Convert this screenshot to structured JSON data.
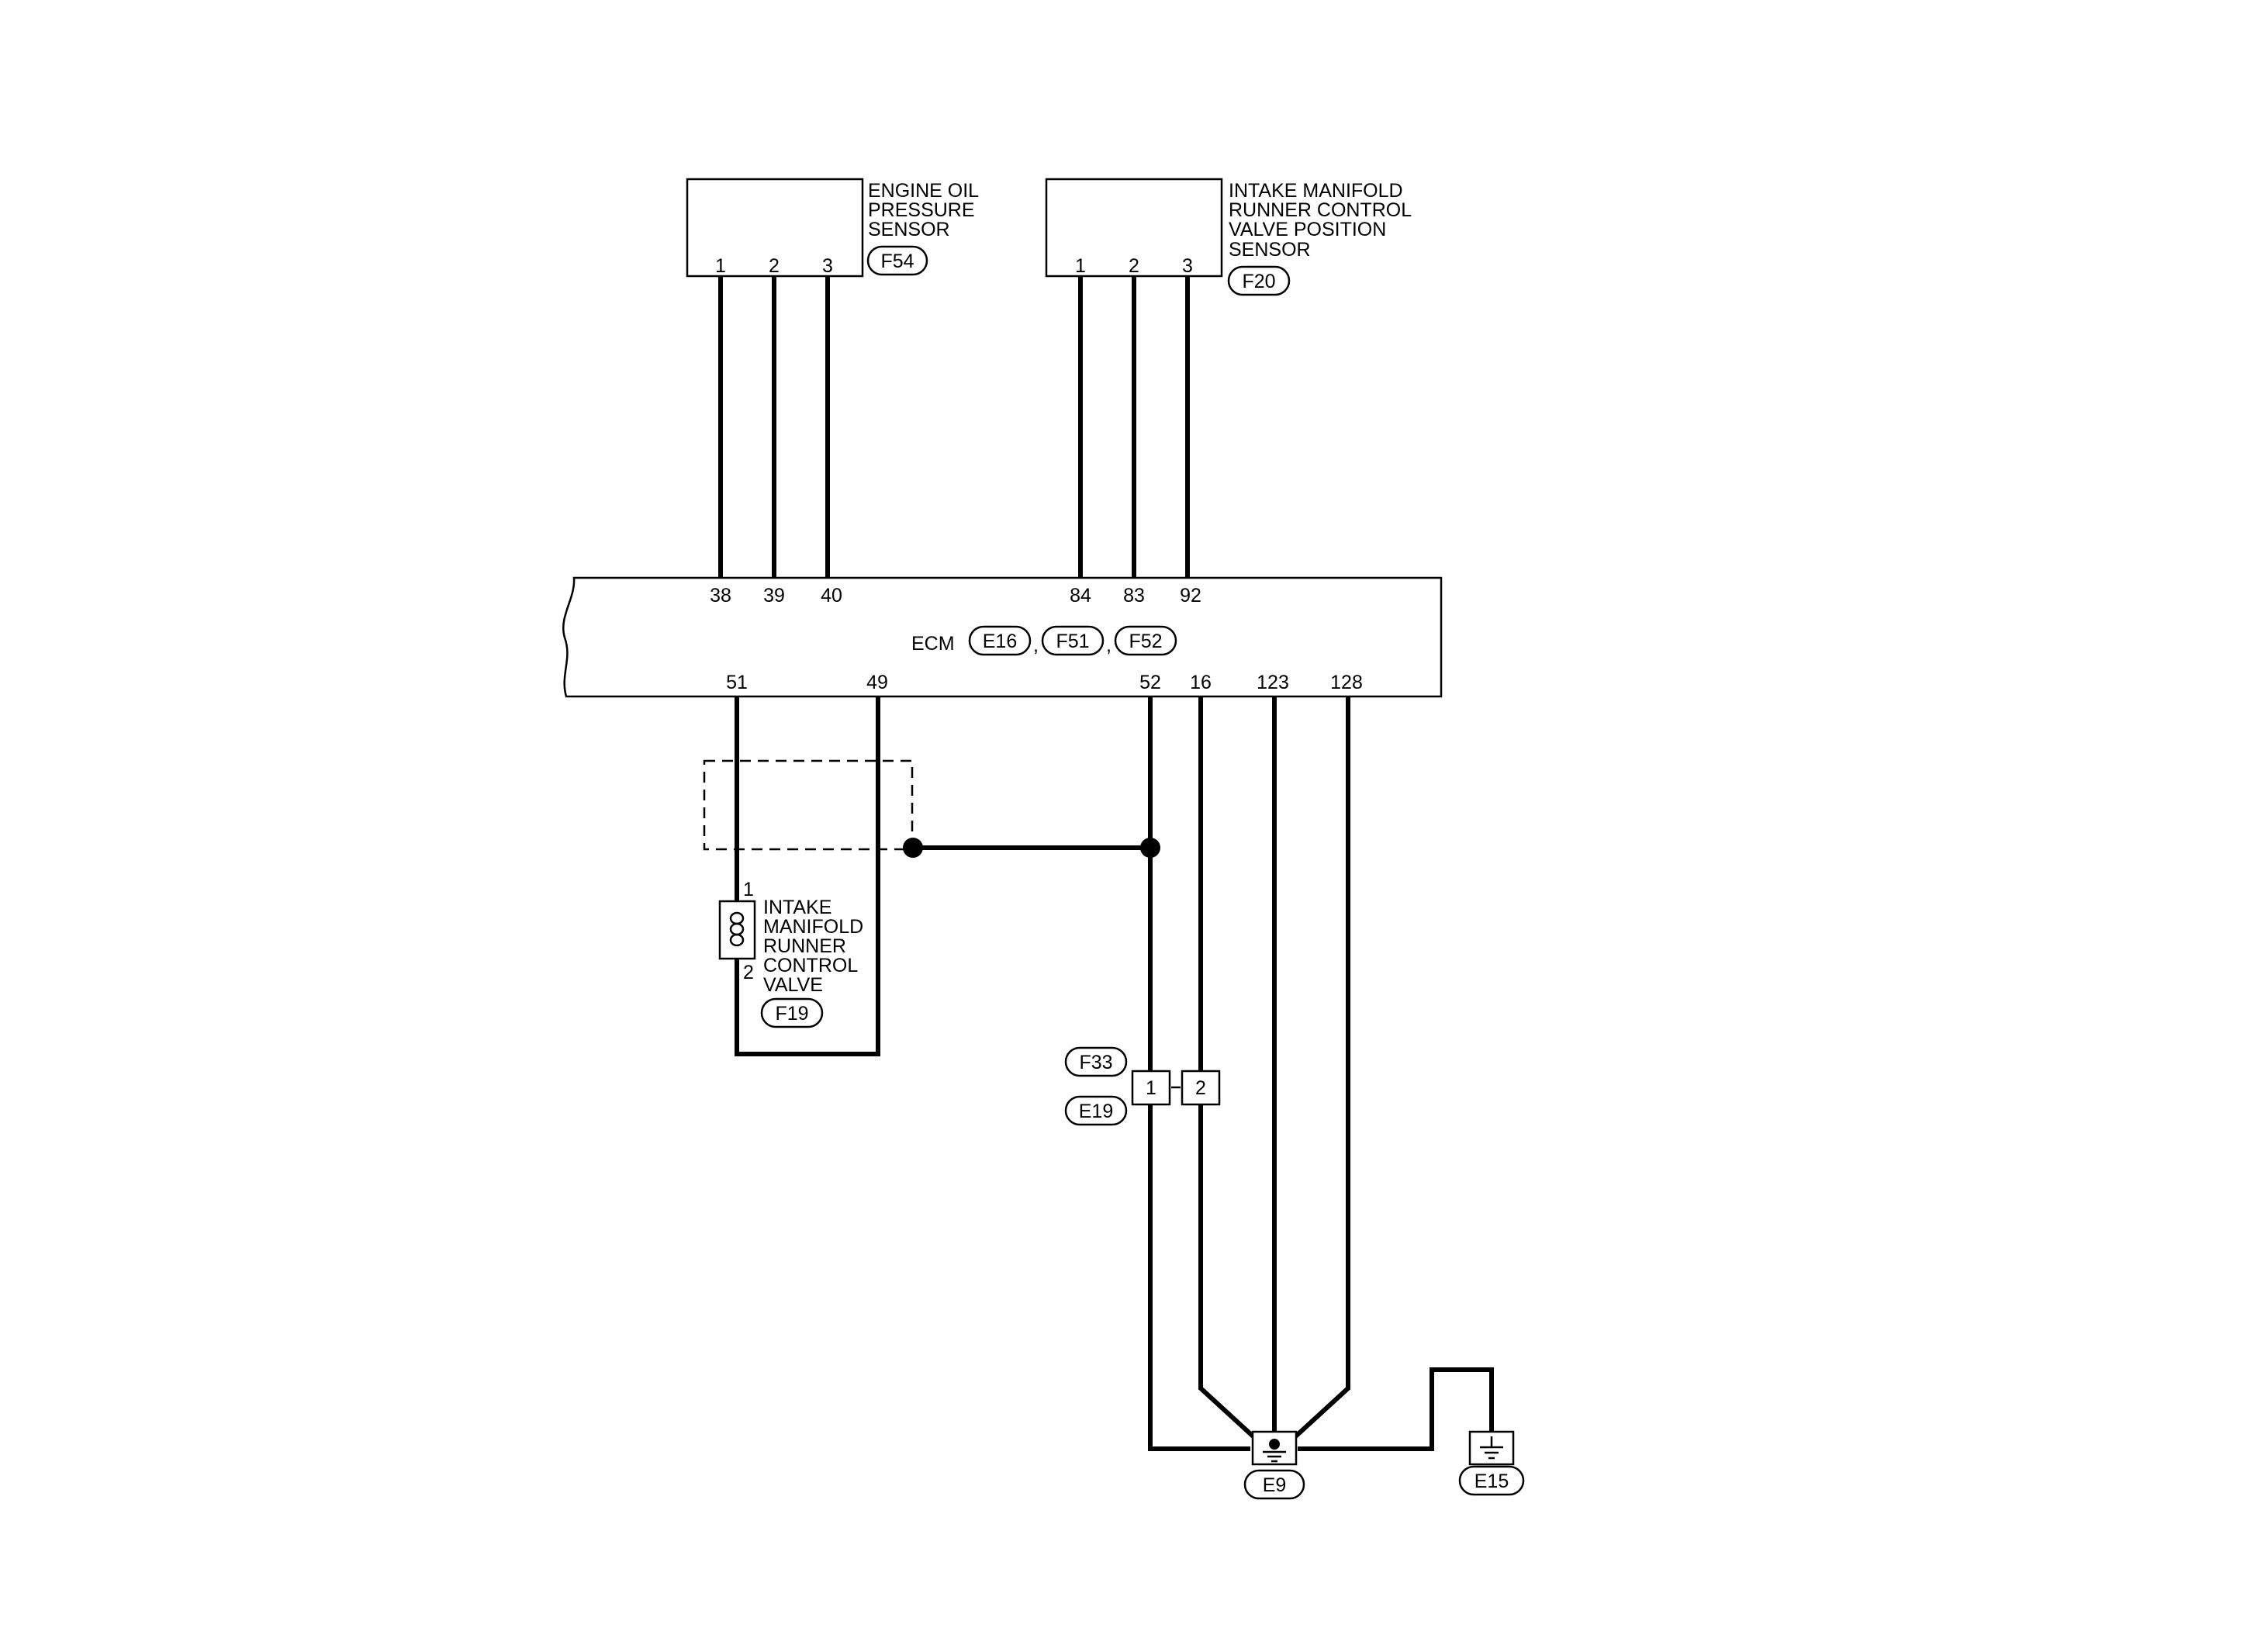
{
  "components": {
    "oil_sensor": {
      "name_lines": [
        "ENGINE OIL",
        "PRESSURE",
        "SENSOR"
      ],
      "connector": "F54",
      "pins": [
        "1",
        "2",
        "3"
      ]
    },
    "position_sensor": {
      "name_lines": [
        "INTAKE MANIFOLD",
        "RUNNER CONTROL",
        "VALVE POSITION",
        "SENSOR"
      ],
      "connector": "F20",
      "pins": [
        "1",
        "2",
        "3"
      ]
    },
    "ecm": {
      "name": "ECM",
      "connectors": [
        "E16",
        "F51",
        "F52"
      ],
      "separator": ",",
      "top_pins": [
        "38",
        "39",
        "40",
        "84",
        "83",
        "92"
      ],
      "bottom_pins": [
        "51",
        "49",
        "52",
        "16",
        "123",
        "128"
      ]
    },
    "valve": {
      "name_lines": [
        "INTAKE",
        "MANIFOLD",
        "RUNNER",
        "CONTROL",
        "VALVE"
      ],
      "connector": "F19",
      "pins": [
        "1",
        "2"
      ]
    },
    "joint_connector": {
      "connectors": [
        "F33",
        "E19"
      ],
      "pins": [
        "1",
        "2"
      ]
    },
    "grounds": {
      "main": "E9",
      "body": "E15"
    }
  }
}
